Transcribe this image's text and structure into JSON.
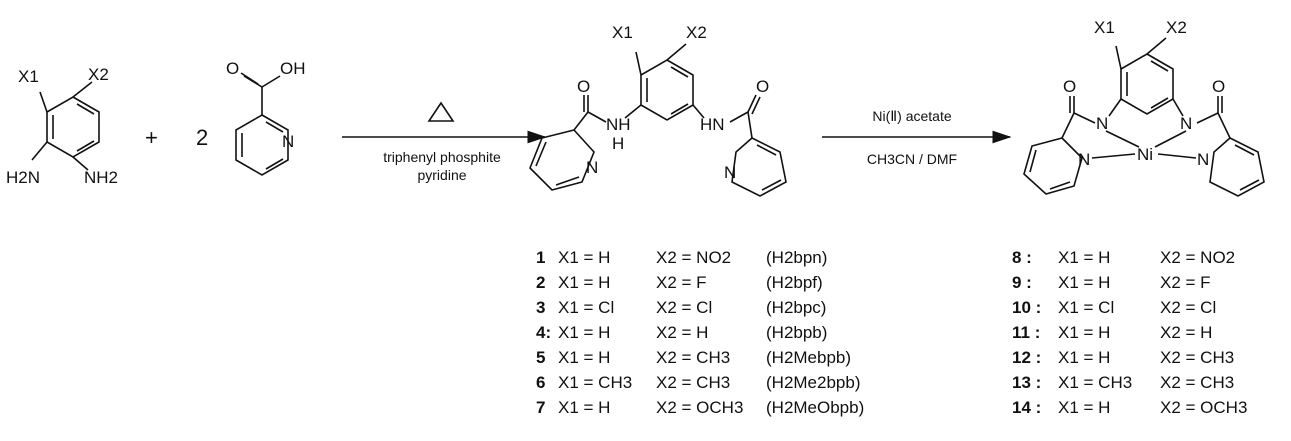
{
  "reactant1": {
    "x1": "X1",
    "x2": "X2",
    "n1": "H2N",
    "n2": "NH2"
  },
  "plus": "+",
  "coefficient": "2",
  "reactant2": {
    "o": "O",
    "oh": "OH",
    "n": "N"
  },
  "step1": {
    "above": "",
    "below1": "triphenyl phosphite",
    "below2": "pyridine"
  },
  "ligand": {
    "x1": "X1",
    "x2": "X2",
    "o1": "O",
    "o2": "O",
    "nh1": "NH",
    "h": "H",
    "nh2": "HN",
    "npy1": "N",
    "npy2": "N"
  },
  "step2": {
    "above": "Ni(Ⅱ) acetate",
    "below": "CH3CN / DMF"
  },
  "complex": {
    "x1": "X1",
    "x2": "X2",
    "o1": "O",
    "o2": "O",
    "na1": "N",
    "na2": "N",
    "npy1": "N",
    "npy2": "N",
    "metal": "Ni"
  },
  "ligand_table": [
    {
      "id": "1",
      "x1": "X1 = H",
      "x2": "X2 = NO2",
      "name": "(H2bpn)"
    },
    {
      "id": "2",
      "x1": "X1 = H",
      "x2": "X2 = F",
      "name": "(H2bpf)"
    },
    {
      "id": "3",
      "x1": "X1 = Cl",
      "x2": "X2 = Cl",
      "name": "(H2bpc)"
    },
    {
      "id": "4:",
      "x1": "X1 = H",
      "x2": "X2 = H",
      "name": "(H2bpb)"
    },
    {
      "id": "5",
      "x1": "X1 = H",
      "x2": "X2 = CH3",
      "name": "(H2Mebpb)"
    },
    {
      "id": "6",
      "x1": "X1 = CH3",
      "x2": "X2 = CH3",
      "name": "(H2Me2bpb)"
    },
    {
      "id": "7",
      "x1": "X1 = H",
      "x2": "X2 = OCH3",
      "name": "(H2MeObpb)"
    }
  ],
  "complex_table": [
    {
      "id": "8 :",
      "x1": "X1 = H",
      "x2": "X2 = NO2"
    },
    {
      "id": "9 :",
      "x1": "X1 = H",
      "x2": "X2 = F"
    },
    {
      "id": "10 :",
      "x1": "X1 = Cl",
      "x2": "X2 = Cl"
    },
    {
      "id": "11 :",
      "x1": "X1 = H",
      "x2": "X2 = H"
    },
    {
      "id": "12 :",
      "x1": "X1 = H",
      "x2": "X2 = CH3"
    },
    {
      "id": "13 :",
      "x1": "X1 = CH3",
      "x2": "X2 = CH3"
    },
    {
      "id": "14 :",
      "x1": "X1 = H",
      "x2": "X2 = OCH3"
    }
  ]
}
